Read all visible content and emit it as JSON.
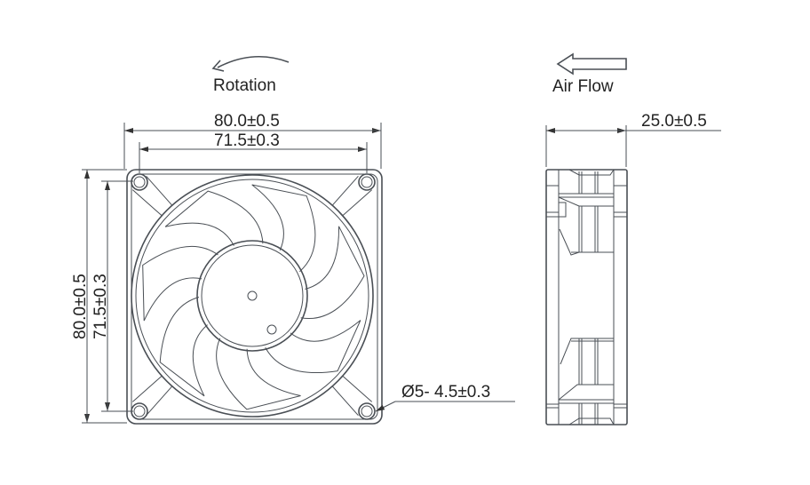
{
  "labels": {
    "rotation": "Rotation",
    "air_flow": "Air Flow",
    "outer_width": "80.0±0.5",
    "hole_spacing_width": "71.5±0.3",
    "outer_height": "80.0±0.5",
    "hole_spacing_height": "71.5±0.3",
    "depth": "25.0±0.5",
    "hole_diameter": "Ø5- 4.5±0.3"
  },
  "fan": {
    "blade_count": 7
  }
}
